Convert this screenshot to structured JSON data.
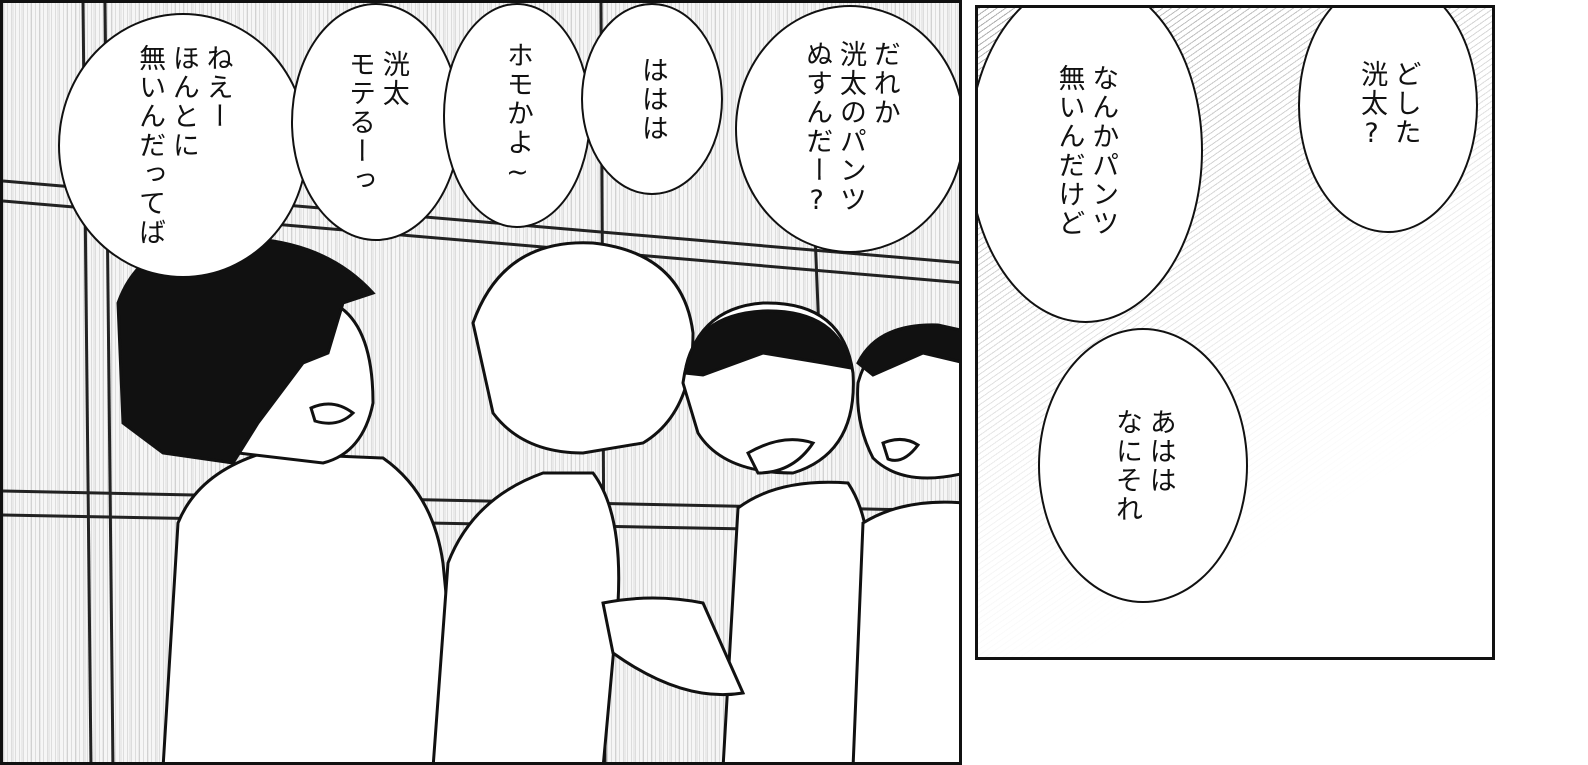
{
  "panels": {
    "left": {
      "bubbles": [
        {
          "text": "ねえー\nほんとに\n無いんだってば"
        },
        {
          "text": "洸太\nモテるーっ"
        },
        {
          "text": "ホモかよ~"
        },
        {
          "text": "ははは"
        },
        {
          "text": "だれか\n洸太のパンツ\nぬすんだー?"
        }
      ]
    },
    "right": {
      "bubbles": [
        {
          "text": "なんかパンツ\n無いんだけど"
        },
        {
          "text": "どした\n洸太?"
        },
        {
          "text": "あはは\nなにそれ"
        }
      ]
    }
  }
}
